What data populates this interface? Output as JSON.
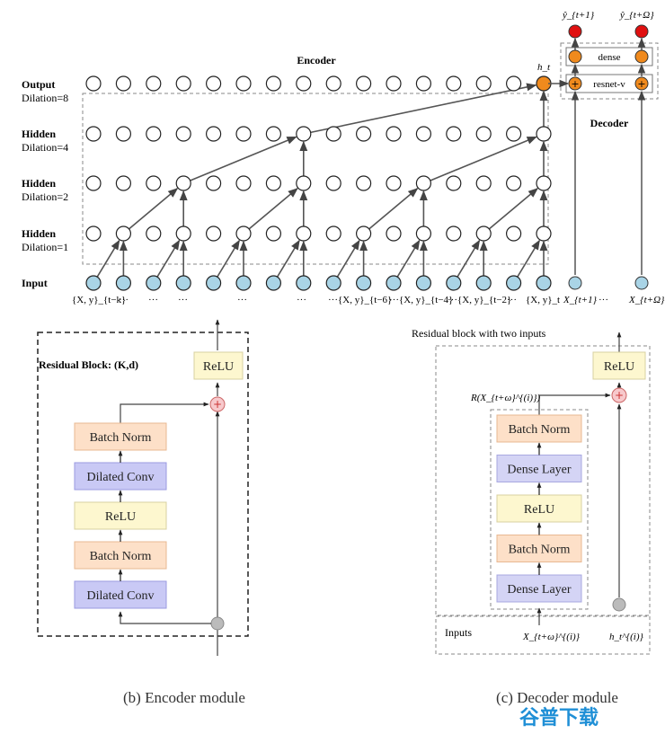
{
  "encoder_top": {
    "title": "Encoder",
    "rows": [
      {
        "label": "Output",
        "dilation": "Dilation=8"
      },
      {
        "label": "Hidden",
        "dilation": "Dilation=4"
      },
      {
        "label": "Hidden",
        "dilation": "Dilation=2"
      },
      {
        "label": "Hidden",
        "dilation": "Dilation=1"
      }
    ],
    "input_label": "Input",
    "ht_label": "h_t",
    "input_seq": [
      "{X, y}_{t−k}",
      "···",
      "···",
      "···",
      "···",
      "···",
      "···{X, y}_{t−6}",
      "···{X, y}_{t−4}",
      "···{X, y}_{t−2}",
      "···",
      "{X, y}_t"
    ],
    "colors": {
      "input_node": "#a9d4e6",
      "output_node": "#f08a1d",
      "forecast_node": "#e01010",
      "edge": "#555555"
    }
  },
  "decoder_top": {
    "title": "Decoder",
    "dense_label": "dense",
    "resnet_label": "resnet-v",
    "yhat_first": "ŷ_{t+1}",
    "yhat_last": "ŷ_{t+Ω}",
    "x_first": "X_{t+1}",
    "x_last": "X_{t+Ω}",
    "ellipsis": "···"
  },
  "encoder_module": {
    "title": "Residual Block: (K,d)",
    "relu_top": "ReLU",
    "stack": [
      "Batch Norm",
      "Dilated Conv",
      "ReLU",
      "Batch Norm",
      "Dilated Conv"
    ],
    "caption": "(b) Encoder module"
  },
  "decoder_module": {
    "header": "Residual block with two inputs",
    "relu_top": "ReLU",
    "residual_label": "R(X_{t+ω}^{(i)})",
    "stack": [
      "Batch Norm",
      "Dense Layer",
      "ReLU",
      "Batch Norm",
      "Dense Layer"
    ],
    "inputs_label": "Inputs",
    "input_x": "X_{t+ω}^{(i)}",
    "input_h": "h_t^{(i)}",
    "caption": "(c) Decoder module"
  },
  "block_colors": {
    "batch_norm": "#fde0c8",
    "dilated_conv": "#c9c9f5",
    "relu": "#fdf7cf",
    "dense": "#d4d4f5"
  },
  "watermark": "谷普下载"
}
